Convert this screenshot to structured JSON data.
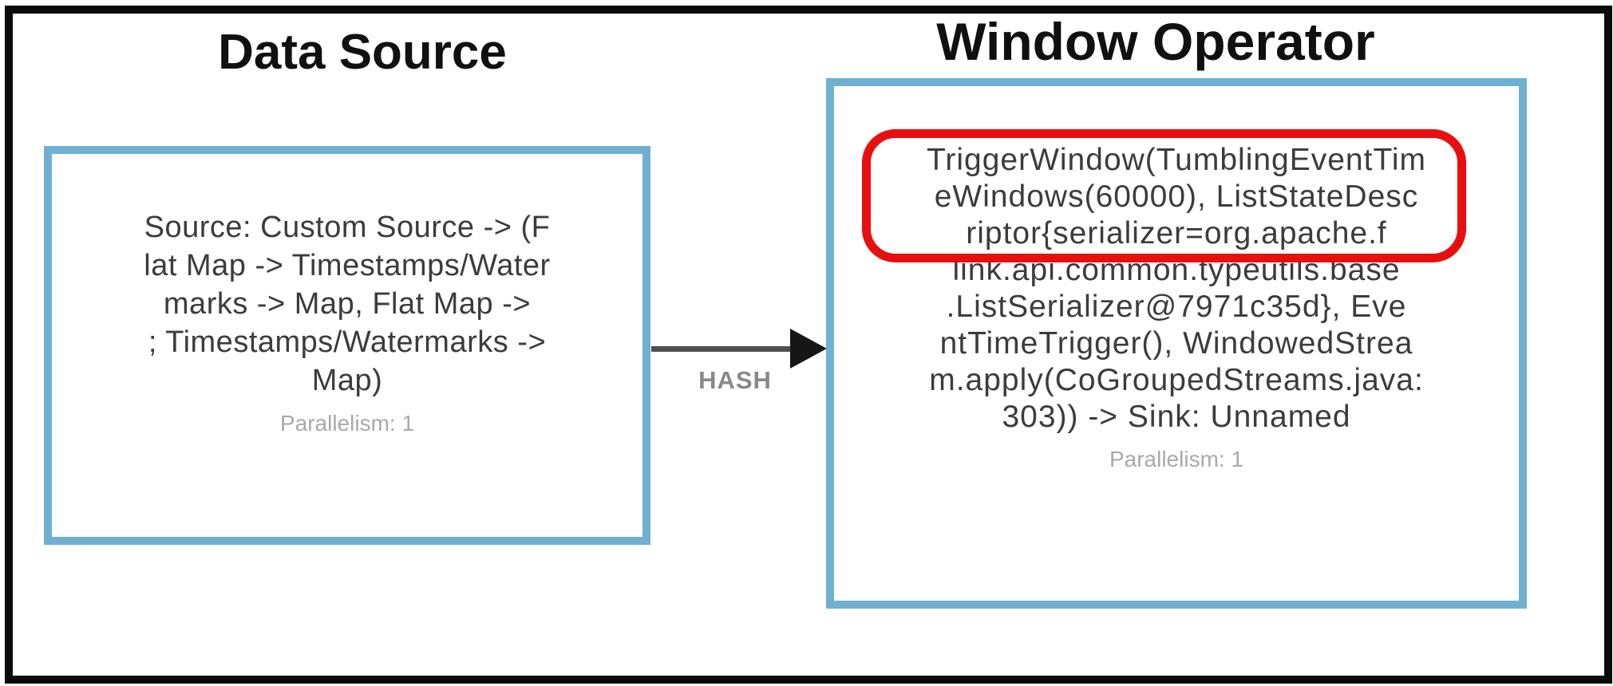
{
  "figure": {
    "nodes": [
      {
        "title": "Data Source",
        "body": "Source: Custom Source -> (F\nlat Map -> Timestamps/Water\nmarks -> Map, Flat Map ->\n; Timestamps/Watermarks ->\nMap)",
        "parallelism": "Parallelism: 1"
      },
      {
        "title": "Window Operator",
        "body": "TriggerWindow(TumblingEventTim\neWindows(60000), ListStateDesc\nriptor{serializer=org.apache.f\nlink.api.common.typeutils.base\n.ListSerializer@7971c35d}, Eve\nntTimeTrigger(), WindowedStrea\nm.apply(CoGroupedStreams.java:\n303)) -> Sink: Unnamed",
        "parallelism": "Parallelism: 1"
      }
    ],
    "edge": {
      "label": "HASH"
    },
    "annotation": {
      "shape": "rounded-rectangle",
      "color": "#e8100e"
    },
    "colors": {
      "node_border_blue": "#6fb0d2",
      "frame_black": "#0b0b0b",
      "arrow_gray": "#4f4f4f",
      "edge_label_gray": "#898989",
      "body_text": "#3c3c3c",
      "parallelism_gray": "#a9a9ab"
    }
  }
}
